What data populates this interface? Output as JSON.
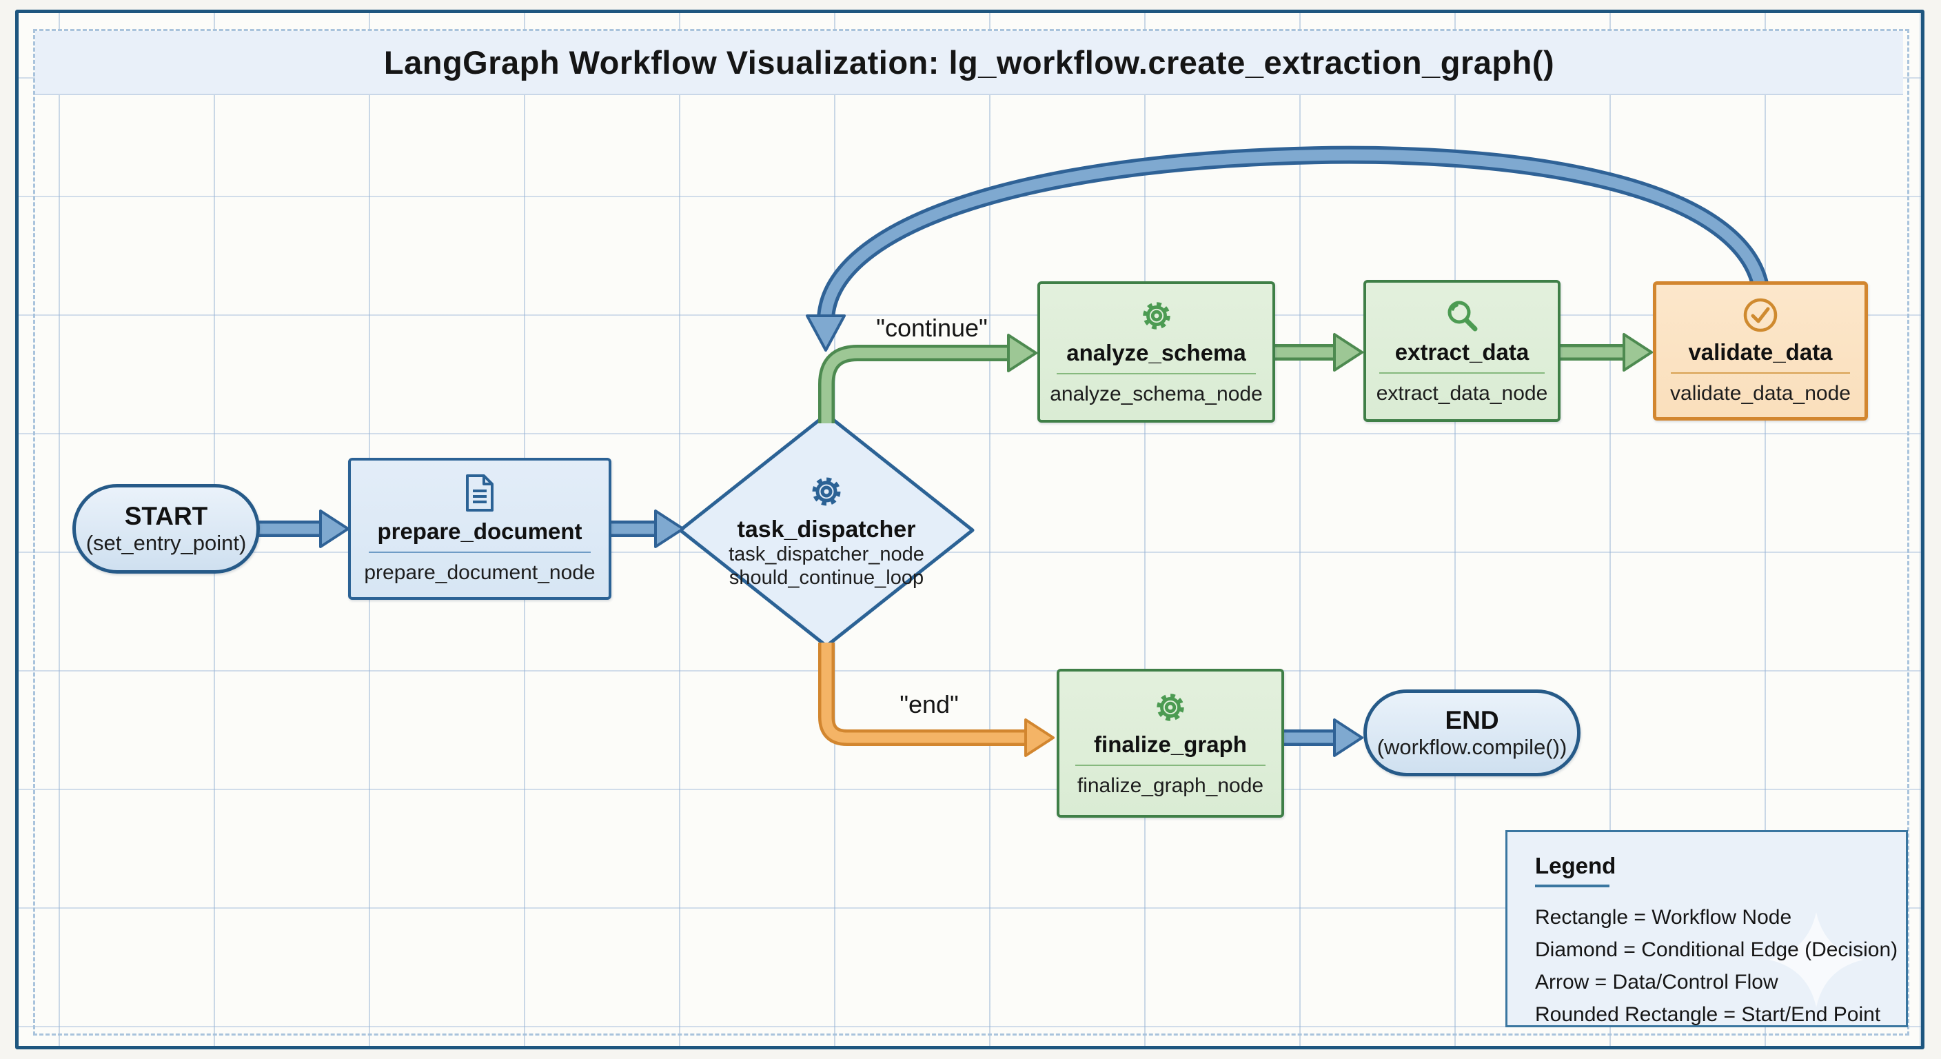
{
  "title": "LangGraph Workflow Visualization: lg_workflow.create_extraction_graph()",
  "nodes": {
    "start": {
      "label": "START",
      "sublabel": "(set_entry_point)"
    },
    "prepare_document": {
      "label": "prepare_document",
      "sublabel": "prepare_document_node",
      "icon": "document-icon"
    },
    "task_dispatcher": {
      "label": "task_dispatcher",
      "sublabel": "task_dispatcher_node",
      "sublabel2": "should_continue_loop",
      "icon": "gear-icon"
    },
    "analyze_schema": {
      "label": "analyze_schema",
      "sublabel": "analyze_schema_node",
      "icon": "gear-icon"
    },
    "extract_data": {
      "label": "extract_data",
      "sublabel": "extract_data_node",
      "icon": "magnifier-icon"
    },
    "validate_data": {
      "label": "validate_data",
      "sublabel": "validate_data_node",
      "icon": "check-circle-icon"
    },
    "finalize_graph": {
      "label": "finalize_graph",
      "sublabel": "finalize_graph_node",
      "icon": "gear-icon"
    },
    "end": {
      "label": "END",
      "sublabel": "(workflow.compile())"
    }
  },
  "edges": {
    "continue_label": "\"continue\"",
    "end_label": "\"end\""
  },
  "legend": {
    "heading": "Legend",
    "items": [
      "Rectangle = Workflow Node",
      "Diamond = Conditional Edge (Decision)",
      "Arrow = Data/Control Flow",
      "Rounded Rectangle = Start/End Point"
    ]
  },
  "colors": {
    "blue_border": "#2b6295",
    "blue_arrow_fill": "#7fa9d0",
    "blue_arrow_outline": "#2f6296",
    "green_arrow_fill": "#9dc795",
    "green_arrow_outline": "#4d8a50",
    "orange_arrow_fill": "#f4b466",
    "orange_arrow_outline": "#d2862f",
    "diamond_fill": "#e4eef9",
    "blue_icon": "#2b6295",
    "green_icon": "#4c9b52",
    "orange_icon": "#cf8a2f",
    "grid_line": "#cbd9e9",
    "title_band": "#e9f0f9",
    "legend_border": "#3a76a0"
  }
}
